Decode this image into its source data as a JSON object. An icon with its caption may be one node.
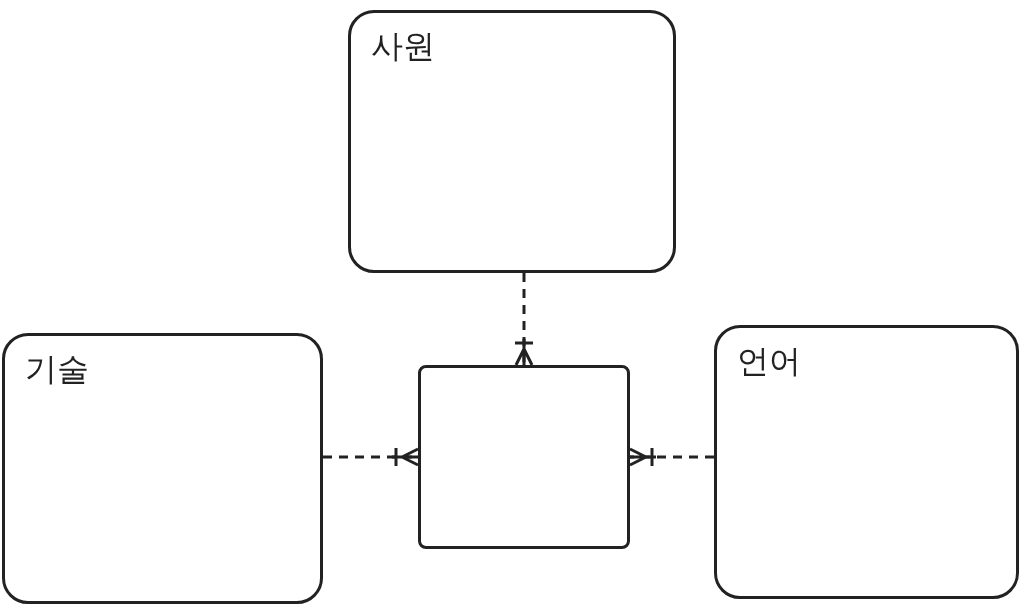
{
  "diagram": {
    "nodes": [
      {
        "text": [
          "사원"
        ]
      },
      {
        "text": [
          "기술"
        ]
      },
      {
        "text": [],
        "shape": "box"
      },
      {
        "text": [
          "언어"
        ]
      }
    ],
    "edges": [
      {
        "from": 0,
        "to": 2,
        "arrow": "other",
        "style": "dashed"
      },
      {
        "from": 1,
        "to": 2,
        "arrow": "other",
        "style": "dashed"
      },
      {
        "from": 3,
        "to": 2,
        "arrow": "other",
        "style": "dashed"
      }
    ]
  }
}
